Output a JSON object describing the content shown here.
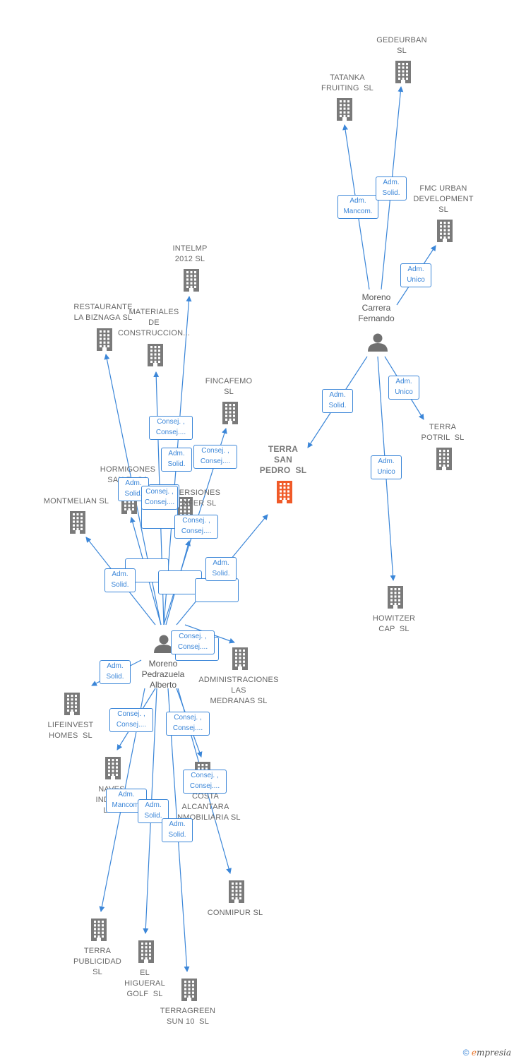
{
  "colors": {
    "edge": "#3b86d8",
    "building": "#7a7a7a",
    "focus_building": "#f05a28",
    "person": "#707070"
  },
  "companies": [
    {
      "id": "gedeurban",
      "label": "GEDEURBAN\nSL",
      "icon": "building-icon"
    },
    {
      "id": "tatanka",
      "label": "TATANKA\nFRUITING  SL",
      "icon": "building-icon"
    },
    {
      "id": "fmc",
      "label": "FMC URBAN\nDEVELOPMENT\nSL",
      "icon": "building-icon"
    },
    {
      "id": "intelmp",
      "label": "INTELMP\n2012 SL",
      "icon": "building-icon"
    },
    {
      "id": "restaurante",
      "label": "RESTAURANTE\nLA BIZNAGA SL",
      "icon": "building-icon"
    },
    {
      "id": "materiales",
      "label": "MATERIALES\nDE\nCONSTRUCCION...",
      "icon": "building-icon"
    },
    {
      "id": "fincafemo",
      "label": "FINCAFEMO\nSL",
      "icon": "building-icon"
    },
    {
      "id": "terra_san_pedro",
      "label": "TERRA\nSAN\nPEDRO  SL",
      "icon": "building-icon",
      "focus": true
    },
    {
      "id": "terra_potril",
      "label": "TERRA\nPOTRIL  SL",
      "icon": "building-icon"
    },
    {
      "id": "hormigones",
      "label": "HORMIGONES\nSAN P...SA",
      "icon": "building-icon"
    },
    {
      "id": "inversiones",
      "label": "...ERSIONES\n...XFER SL",
      "icon": "building-icon"
    },
    {
      "id": "montmelian",
      "label": "MONTMELIAN SL",
      "icon": "building-icon"
    },
    {
      "id": "howitzer",
      "label": "HOWITZER\nCAP  SL",
      "icon": "building-icon"
    },
    {
      "id": "administraciones",
      "label": "ADMINISTRACIONES\nLAS\nMEDRANAS SL",
      "icon": "building-icon"
    },
    {
      "id": "lifeinvest",
      "label": "LIFEINVEST\nHOMES  SL",
      "icon": "building-icon"
    },
    {
      "id": "naves",
      "label": "NAVES\nINDUS...\nLA...",
      "icon": "building-icon"
    },
    {
      "id": "costa",
      "label": "COSTA\nALCANTARA\n...NMOBILIARIA SL",
      "icon": "building-icon"
    },
    {
      "id": "conmipur",
      "label": "CONMIPUR SL",
      "icon": "building-icon"
    },
    {
      "id": "terra_publicidad",
      "label": "TERRA\nPUBLICIDAD\nSL",
      "icon": "building-icon"
    },
    {
      "id": "el_higueral",
      "label": "EL\nHIGUERAL\nGOLF  SL",
      "icon": "building-icon"
    },
    {
      "id": "terragreen",
      "label": "TERRAGREEN\nSUN 10  SL",
      "icon": "building-icon"
    }
  ],
  "persons": [
    {
      "id": "moreno_carrera",
      "label": "Moreno\nCarrera\nFernando",
      "icon": "person-icon"
    },
    {
      "id": "moreno_pedrazuela",
      "label": "Moreno\nPedrazuela\nAlberto",
      "icon": "person-icon"
    }
  ],
  "edges": [
    {
      "from": "moreno_carrera",
      "to": "tatanka",
      "label": "Adm.\nMancom."
    },
    {
      "from": "moreno_carrera",
      "to": "gedeurban",
      "label": "Adm.\nSolid."
    },
    {
      "from": "moreno_carrera",
      "to": "fmc",
      "label": "Adm.\nUnico"
    },
    {
      "from": "moreno_carrera",
      "to": "terra_san_pedro",
      "label": "Adm.\nSolid."
    },
    {
      "from": "moreno_carrera",
      "to": "terra_potril",
      "label": "Adm.\nUnico"
    },
    {
      "from": "moreno_carrera",
      "to": "howitzer",
      "label": "Adm.\nUnico"
    },
    {
      "from": "moreno_pedrazuela",
      "to": "intelmp",
      "label": "Consej. ,\nConsej...."
    },
    {
      "from": "moreno_pedrazuela",
      "to": "materiales",
      "label": "Adm.\nSolid."
    },
    {
      "from": "moreno_pedrazuela",
      "to": "fincafemo",
      "label": "Consej. ,\nConsej...."
    },
    {
      "from": "moreno_pedrazuela",
      "to": "restaurante",
      "label": "Adm.\nSolid."
    },
    {
      "from": "moreno_pedrazuela",
      "to": "hormigones",
      "label": "Consej. ,\nConsej...."
    },
    {
      "from": "moreno_pedrazuela",
      "to": "inversiones",
      "label": "Consej. ,\nConsej...."
    },
    {
      "from": "moreno_pedrazuela",
      "to": "montmelian",
      "label": "Adm.\nSolid."
    },
    {
      "from": "moreno_pedrazuela",
      "to": "terra_san_pedro",
      "label": "Adm.\nSolid."
    },
    {
      "from": "moreno_pedrazuela",
      "to": "administraciones",
      "label": "Consej. ,\nConsej...."
    },
    {
      "from": "moreno_pedrazuela",
      "to": "lifeinvest",
      "label": "Adm.\nSolid."
    },
    {
      "from": "moreno_pedrazuela",
      "to": "naves",
      "label": "Consej. ,\nConsej...."
    },
    {
      "from": "moreno_pedrazuela",
      "to": "costa",
      "label": "Consej. ,\nConsej...."
    },
    {
      "from": "moreno_pedrazuela",
      "to": "conmipur",
      "label": "Consej. ,\nConsej...."
    },
    {
      "from": "moreno_pedrazuela",
      "to": "terra_publicidad",
      "label": "Adm.\nMancom."
    },
    {
      "from": "moreno_pedrazuela",
      "to": "el_higueral",
      "label": "Adm.\nSolid."
    },
    {
      "from": "moreno_pedrazuela",
      "to": "terragreen",
      "label": "Adm.\nSolid."
    }
  ],
  "footer": {
    "copyright": "©",
    "brand_initial": "e",
    "brand_rest": "mpresia"
  }
}
